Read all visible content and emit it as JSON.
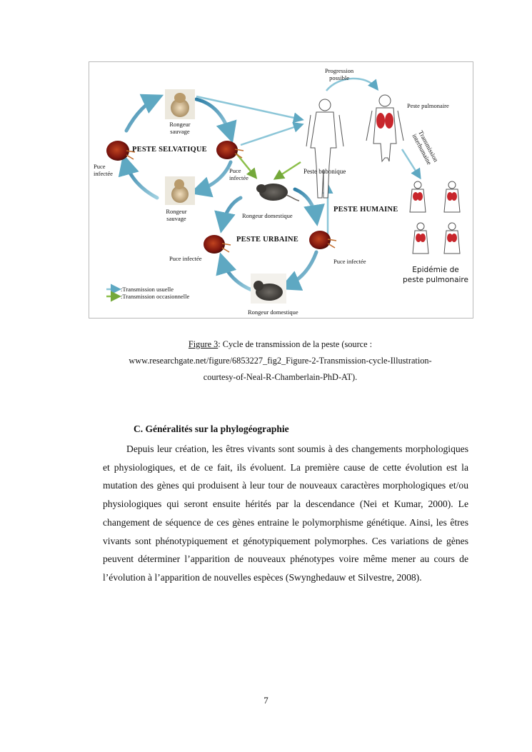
{
  "figure": {
    "labels": {
      "progression": "Progression possible",
      "peste_pulmonaire": "Peste pulmonaire",
      "rongeur_sauvage_top": "Rongeur sauvage",
      "peste_selvatique": "PESTE SELVATIQUE",
      "puce_infectee_left": "Puce infectée",
      "puce_infectee_mid": "Puce infectée",
      "peste_bubonique": "Peste bubonique",
      "transmission_interhumaine": "Transmission interhumaine",
      "rongeur_domestique_mid": "Rongeur domestique",
      "peste_humaine": "PESTE HUMAINE",
      "rongeur_sauvage_bottom": "Rongeur sauvage",
      "peste_urbaine": "PESTE URBAINE",
      "puce_infectee_bl": "Puce infectée",
      "puce_infectee_br": "Puce infectée",
      "epidemie": "Epidémie de peste pulmonaire",
      "rongeur_domestique_bottom": "Rongeur domestique",
      "legend_usuelle": ":Transmission usuelle",
      "legend_occasionnelle": ":Transmission occasionnelle"
    },
    "colors": {
      "usual_arrow": "#8cc6d8",
      "occasional_arrow": "#8cbf4a",
      "lung": "#c8262c",
      "flea": "#8a1a12"
    }
  },
  "caption": {
    "label": "Figure 3",
    "line1": ": Cycle de transmission de la peste (source :",
    "line2": "www.researchgate.net/figure/6853227_fig2_Figure-2-Transmission-cycle-Illustration-",
    "line3": "courtesy-of-Neal-R-Chamberlain-PhD-AT)."
  },
  "section": {
    "heading": "C.  Généralités sur la phylogéographie",
    "paragraph": "Depuis leur création, les êtres vivants sont soumis à des changements morphologiques et physiologiques, et de ce fait, ils évoluent. La première cause de cette évolution est la mutation des gènes qui produisent à leur tour de nouveaux caractères morphologiques et/ou physiologiques qui seront ensuite hérités par la descendance (Nei et Kumar, 2000). Le changement de séquence de ces gènes entraine le polymorphisme génétique. Ainsi, les êtres vivants sont phénotypiquement et génotypiquement polymorphes. Ces variations de gènes peuvent déterminer l’apparition de nouveaux phénotypes voire même mener au cours de l’évolution à l’apparition de nouvelles espèces (Swynghedauw et Silvestre, 2008)."
  },
  "page_number": "7"
}
